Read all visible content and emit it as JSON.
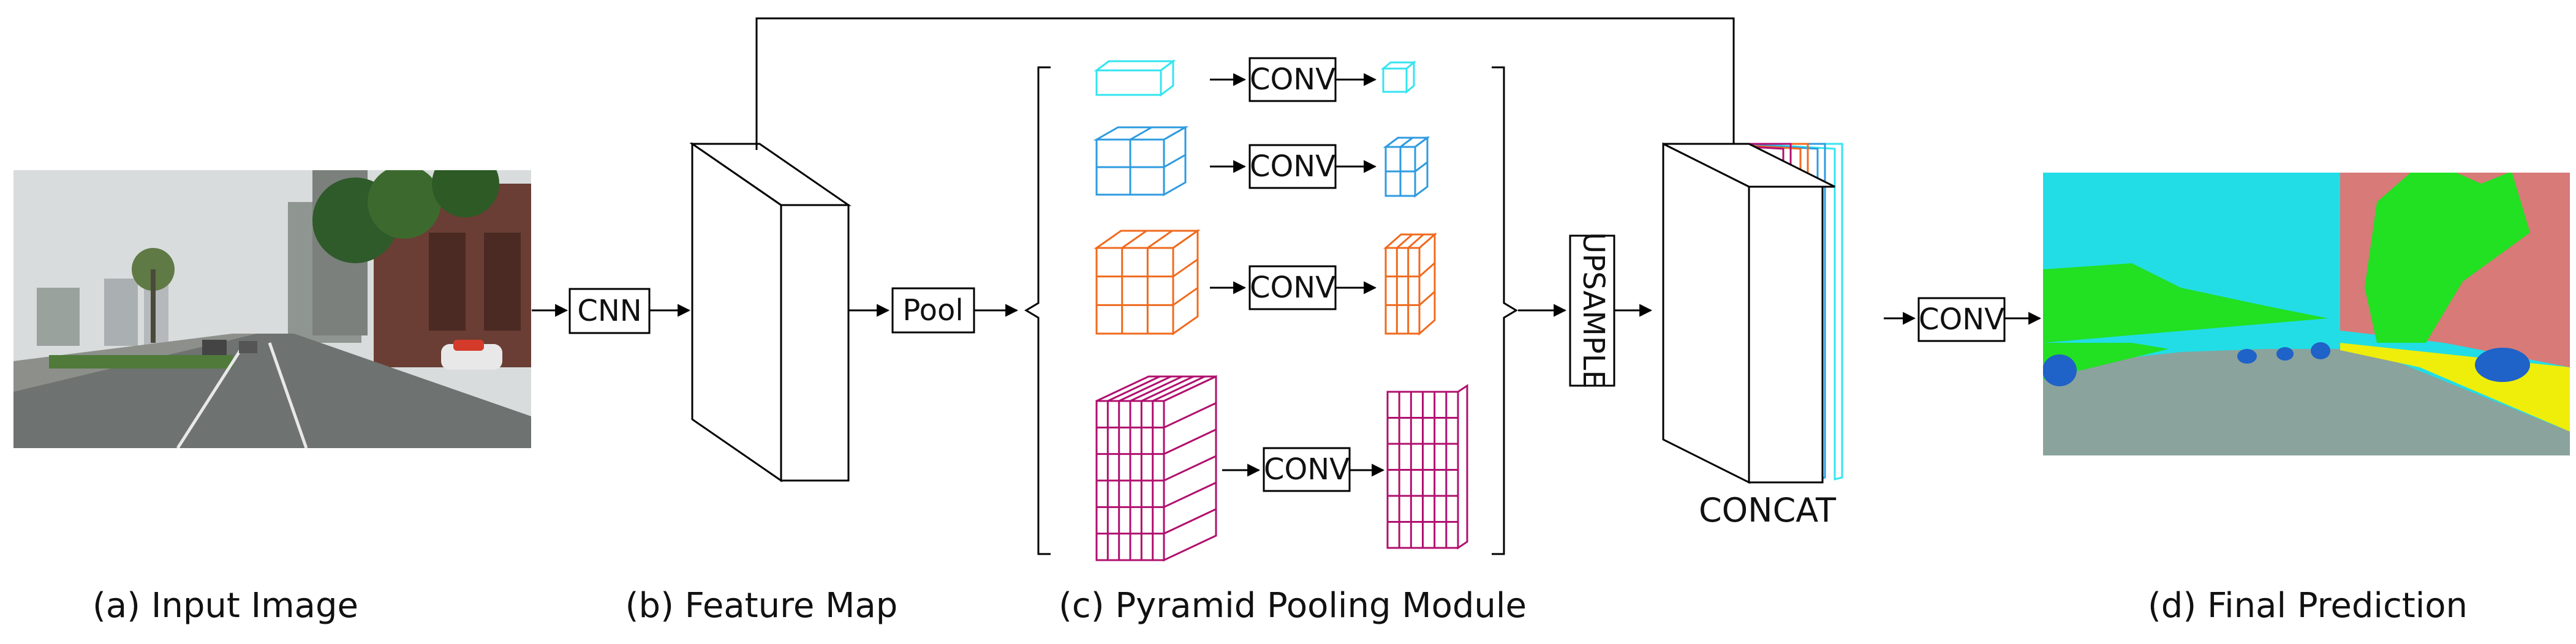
{
  "captions": {
    "a": "(a) Input Image",
    "b": "(b) Feature Map",
    "c": "(c) Pyramid Pooling Module",
    "d": "(d) Final Prediction"
  },
  "labels": {
    "cnn": "CNN",
    "pool": "Pool",
    "conv": "CONV",
    "upsample": "UPSAMPLE",
    "concat": "CONCAT"
  },
  "pyramid_levels": [
    {
      "grid": 1,
      "color": "#33e5f0"
    },
    {
      "grid": 2,
      "color": "#2e9be0"
    },
    {
      "grid": 3,
      "color": "#f06a1e"
    },
    {
      "grid": 6,
      "color": "#b0106e"
    }
  ],
  "colors": {
    "sky": "#22dde6",
    "building": "#d77a78",
    "vegetation": "#22e022",
    "road": "#8aa39c",
    "sidewalk": "#eeee0a",
    "car": "#1f62c8"
  }
}
